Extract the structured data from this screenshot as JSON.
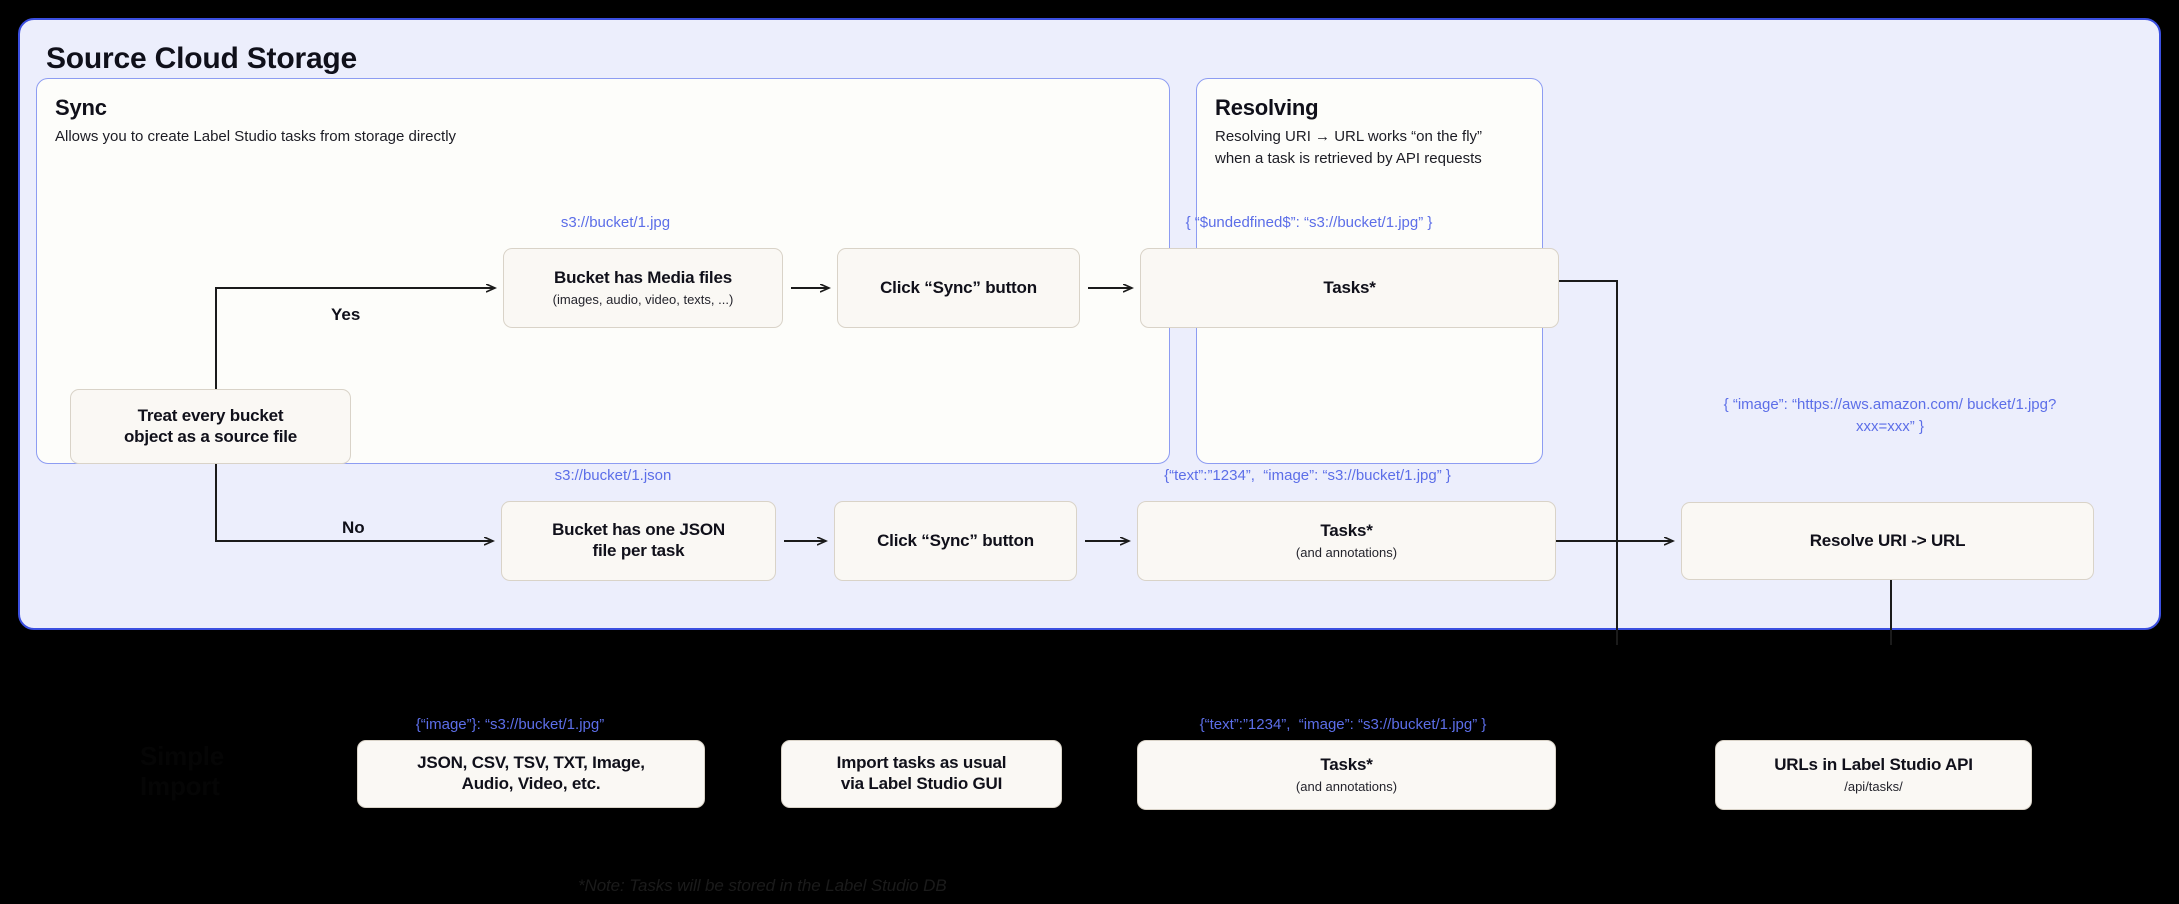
{
  "outer": {
    "title": "Source Cloud Storage",
    "accent_border": "#3b4fe0",
    "fill": "#eceefc"
  },
  "sync_panel": {
    "title": "Sync",
    "subtitle": "Allows you to create Label Studio tasks from storage directly",
    "branch_yes_label": "Yes",
    "branch_no_label": "No",
    "decision": {
      "line1": "Treat every bucket",
      "line2": "object as a source file"
    },
    "row_yes": {
      "uri_label": "s3://bucket/1.jpg",
      "source_box": {
        "title": "Bucket has Media files",
        "sub": "(images, audio, video, texts, ...)"
      },
      "sync_box": {
        "title": "Click “Sync” button"
      },
      "tasks_label": "{ “$undedfined$”: “s3://bucket/1.jpg” }",
      "tasks_box": {
        "title": "Tasks*",
        "sub": ""
      }
    },
    "row_no": {
      "uri_label": "s3://bucket/1.json",
      "source_box": {
        "title": "Bucket has one JSON",
        "title2": "file per task"
      },
      "sync_box": {
        "title": "Click “Sync” button"
      },
      "tasks_label": "{“text”:”1234”,  “image”: “s3://bucket/1.jpg” }",
      "tasks_box": {
        "title": "Tasks*",
        "sub": "(and annotations)"
      }
    }
  },
  "resolving_panel": {
    "title": "Resolving",
    "subtitle_line1": "Resolving URI → URL works “on the fly”",
    "subtitle_line2": "when a task is retrieved by API requests",
    "url_label_line1": "{ “image”: “https://aws.amazon.com/",
    "url_label_line2": "bucket/1.jpg?xxx=xxx” }",
    "resolve_box": {
      "title": "Resolve URI -> URL"
    }
  },
  "bottom": {
    "simple_import_label": "Simple Import",
    "formats_label": "{“image”}: “s3://bucket/1.jpg”",
    "formats_box": {
      "line1": "JSON, CSV, TSV, TXT, Image,",
      "line2": "Audio, Video, etc."
    },
    "import_box": {
      "line1": "Import tasks as usual",
      "line2": "via Label Studio GUI"
    },
    "tasks_label": "{“text”:”1234”,  “image”: “s3://bucket/1.jpg” }",
    "tasks_box": {
      "title": "Tasks*",
      "sub": "(and annotations)"
    },
    "api_box": {
      "title": "URLs in Label Studio API",
      "sub": "/api/tasks/"
    },
    "note": "*Note: Tasks will be stored in the Label Studio DB"
  },
  "colors": {
    "accent_blue": "#5c6ee8",
    "panel_border": "#3b4fe0",
    "node_fill": "#faf8f4",
    "node_border": "#d9d3c8",
    "wire": "#1b1b1b"
  }
}
